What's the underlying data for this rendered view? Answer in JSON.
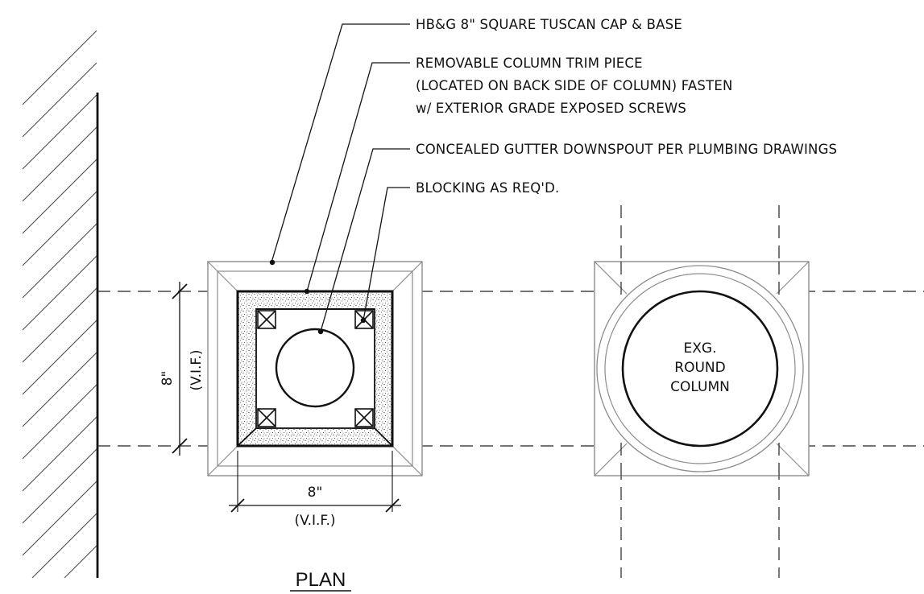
{
  "notes": {
    "cap_base": "HB&G 8\" SQUARE TUSCAN CAP & BASE",
    "trim_line1": "REMOVABLE COLUMN TRIM PIECE",
    "trim_line2": "(LOCATED ON BACK SIDE OF COLUMN) FASTEN",
    "trim_line3": "w/ EXTERIOR GRADE EXPOSED SCREWS",
    "downspout": "CONCEALED GUTTER DOWNSPOUT PER PLUMBING DRAWINGS",
    "blocking": "BLOCKING AS REQ'D."
  },
  "dimensions": {
    "vertical_value": "8\"",
    "vertical_note": "(V.I.F.)",
    "horizontal_value": "8\"",
    "horizontal_note": "(V.I.F.)"
  },
  "existing_column": {
    "line1": "EXG.",
    "line2": "ROUND",
    "line3": "COLUMN"
  },
  "title": "PLAN",
  "colors": {
    "line": "#111111",
    "light_line": "#9a9a9a",
    "fill": "#ffffff"
  }
}
